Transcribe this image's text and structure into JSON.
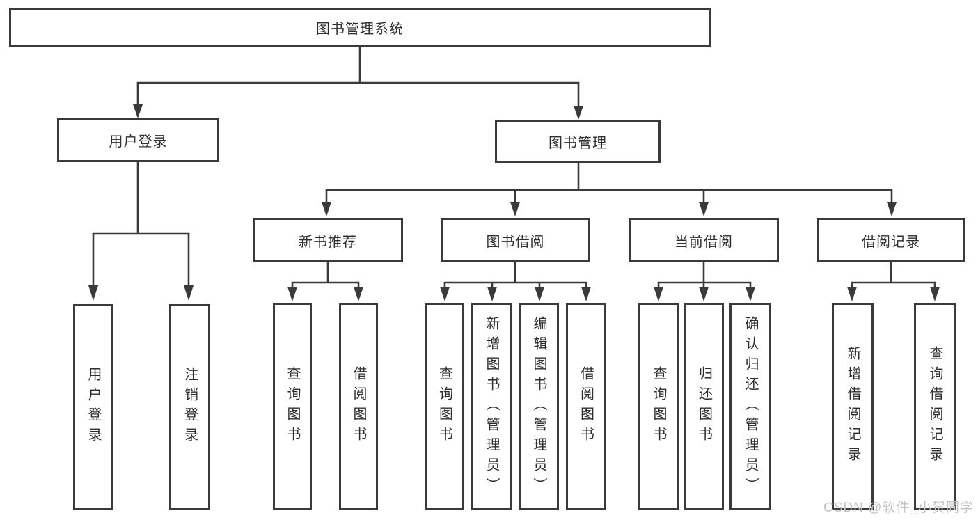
{
  "tree": {
    "root": "图书管理系统",
    "login": {
      "label": "用户登录",
      "leaves": [
        "用户登录",
        "注销登录"
      ]
    },
    "mgmt": {
      "label": "图书管理",
      "groups": [
        {
          "label": "新书推荐",
          "leaves": [
            "查询图书",
            "借阅图书"
          ]
        },
        {
          "label": "图书借阅",
          "leaves": [
            "查询图书",
            "新增图书（管理员）",
            "编辑图书（管理员）",
            "借阅图书"
          ]
        },
        {
          "label": "当前借阅",
          "leaves": [
            "查询图书",
            "归还图书",
            "确认归还（管理员）"
          ]
        },
        {
          "label": "借阅记录",
          "leaves": [
            "新增借阅记录",
            "查询借阅记录"
          ]
        }
      ]
    }
  },
  "watermark": "CSDN @软件_小贺同学",
  "colors": {
    "line": "#3a3a3a",
    "text": "#2e2e2e",
    "background": "#ffffff",
    "watermark": "#c3c3c3"
  }
}
